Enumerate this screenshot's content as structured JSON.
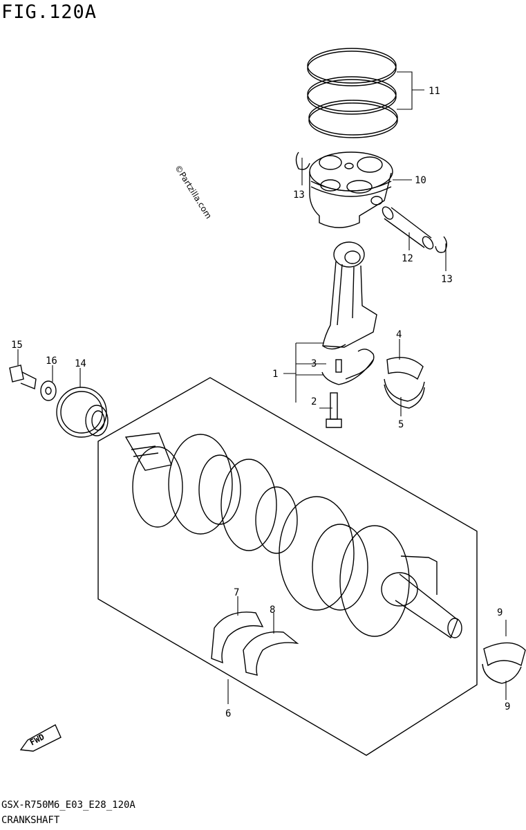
{
  "figure": {
    "title": "FIG.120A",
    "code": "GSX-R750M6_E03_E28_120A",
    "name": "CRANKSHAFT",
    "watermark": "©Partzilla.com",
    "fwd_label": "FWD"
  },
  "callouts": [
    "1",
    "2",
    "3",
    "4",
    "5",
    "6",
    "7",
    "8",
    "9",
    "9",
    "10",
    "11",
    "12",
    "13",
    "13",
    "14",
    "15",
    "16"
  ]
}
